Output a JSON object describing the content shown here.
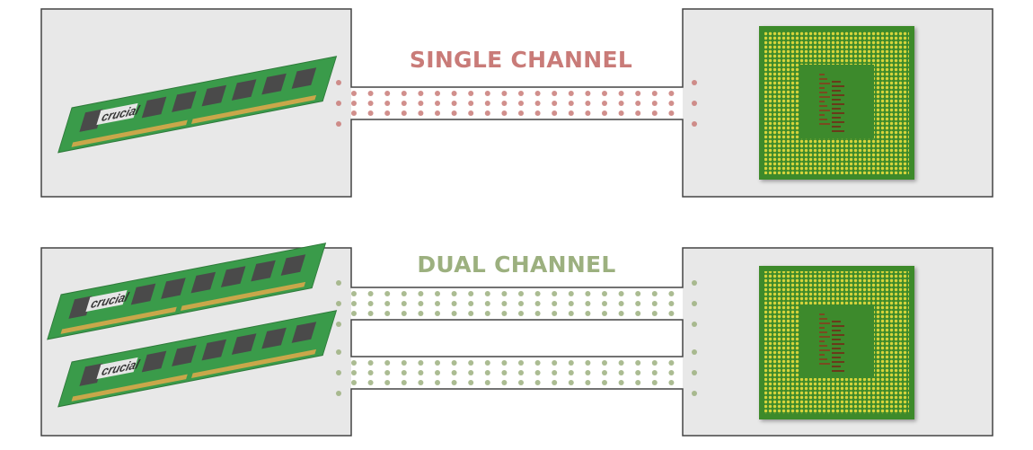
{
  "diagrams": [
    {
      "title": "SINGLE CHANNEL",
      "color": "#c97b78",
      "modules": 1,
      "channels": 1
    },
    {
      "title": "DUAL CHANNEL",
      "color": "#9cb07f",
      "modules": 2,
      "channels": 2
    }
  ],
  "ram_brand": "crucial",
  "colors": {
    "box_fill": "#e8e8e8",
    "outline": "#444444",
    "pcb": "#3a9b4a",
    "chip": "#4a4a4a",
    "gold": "#c9a74a",
    "cpu_green": "#3d8a2c",
    "cpu_pins": "#d7d43a"
  }
}
